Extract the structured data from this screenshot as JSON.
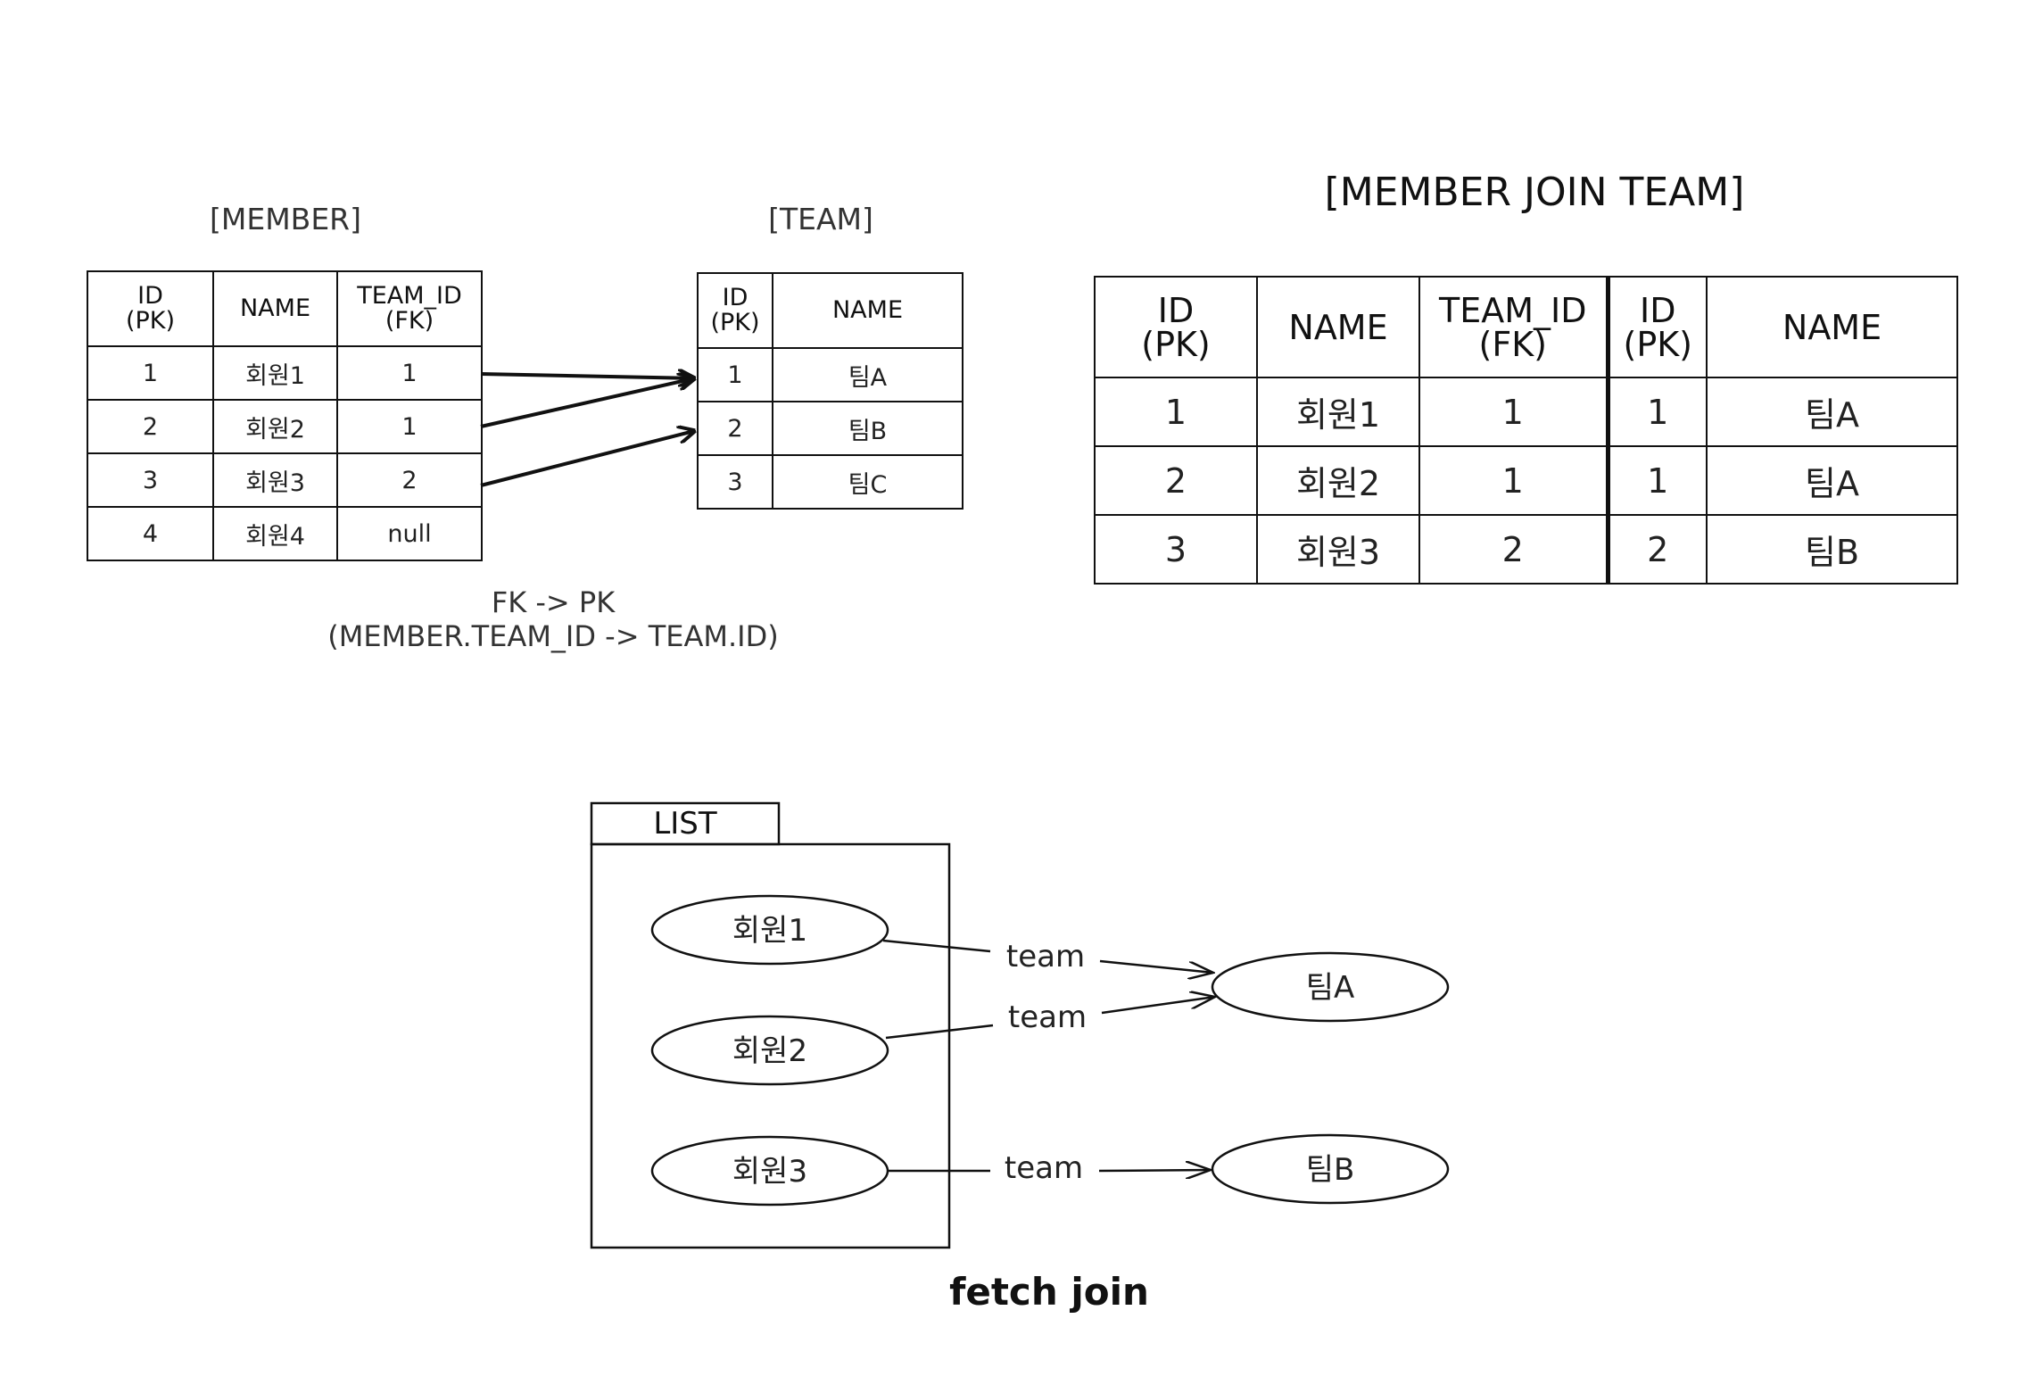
{
  "member_table": {
    "title": "[MEMBER]",
    "headers": [
      "ID\n(PK)",
      "NAME",
      "TEAM_ID\n(FK)"
    ],
    "rows": [
      [
        "1",
        "회원1",
        "1"
      ],
      [
        "2",
        "회원2",
        "1"
      ],
      [
        "3",
        "회원3",
        "2"
      ],
      [
        "4",
        "회원4",
        "null"
      ]
    ]
  },
  "team_table": {
    "title": "[TEAM]",
    "headers": [
      "ID\n(PK)",
      "NAME"
    ],
    "rows": [
      [
        "1",
        "팀A"
      ],
      [
        "2",
        "팀B"
      ],
      [
        "3",
        "팀C"
      ]
    ]
  },
  "fk_note": {
    "line1": "FK -> PK",
    "line2": "(MEMBER.TEAM_ID -> TEAM.ID)"
  },
  "join_table": {
    "title": "[MEMBER JOIN TEAM]",
    "headers": [
      "ID\n(PK)",
      "NAME",
      "TEAM_ID\n(FK)",
      "ID\n(PK)",
      "NAME"
    ],
    "rows": [
      [
        "1",
        "회원1",
        "1",
        "1",
        "팀A"
      ],
      [
        "2",
        "회원2",
        "1",
        "1",
        "팀A"
      ],
      [
        "3",
        "회원3",
        "2",
        "2",
        "팀B"
      ]
    ]
  },
  "fetch_diagram": {
    "list_label": "LIST",
    "members": [
      "회원1",
      "회원2",
      "회원3"
    ],
    "teams": [
      "팀A",
      "팀B"
    ],
    "edge_labels": [
      "team",
      "team",
      "team"
    ],
    "caption": "fetch join"
  }
}
